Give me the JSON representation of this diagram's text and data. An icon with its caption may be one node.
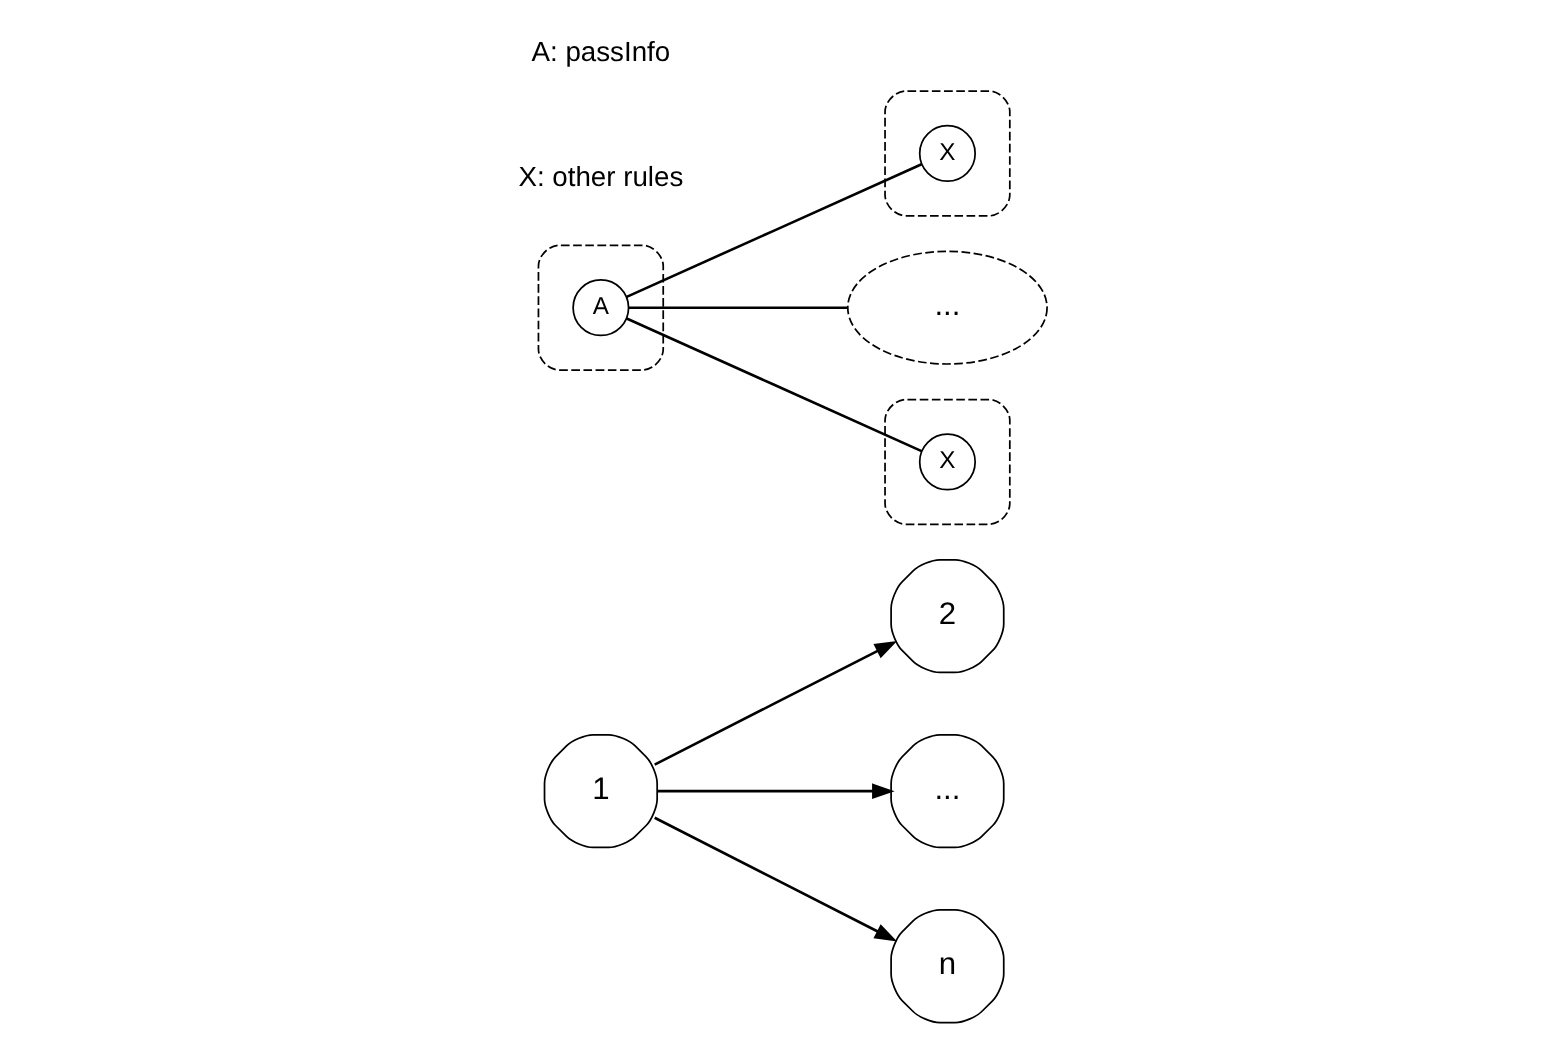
{
  "diagram": {
    "nodes": [
      {
        "text": [
          "1"
        ]
      },
      {
        "text": [
          "2"
        ]
      },
      {
        "text": [
          "..."
        ]
      },
      {
        "text": [
          "n"
        ]
      },
      {
        "text": [],
        "shape": "cloud"
      },
      {
        "text": [
          "X"
        ],
        "in": 4
      },
      {
        "text": [],
        "shape": "cloud"
      },
      {
        "text": [
          "A"
        ],
        "in": 6
      },
      {
        "text": [
          "..."
        ]
      },
      {
        "text": [],
        "shape": "cloud"
      },
      {
        "text": [
          "X"
        ],
        "in": 9
      }
    ],
    "edges": [
      {
        "from": 0,
        "to": 1,
        "arrow": "to"
      },
      {
        "from": 0,
        "to": 2,
        "arrow": "to"
      },
      {
        "from": 0,
        "to": 3,
        "arrow": "to"
      },
      {
        "from": 7,
        "to": 5,
        "arrow": "none"
      },
      {
        "from": 7,
        "to": 8,
        "arrow": "none"
      },
      {
        "from": 7,
        "to": 10,
        "arrow": "none"
      }
    ],
    "labels": [
      "A: passInfo",
      "X: other rules"
    ]
  }
}
